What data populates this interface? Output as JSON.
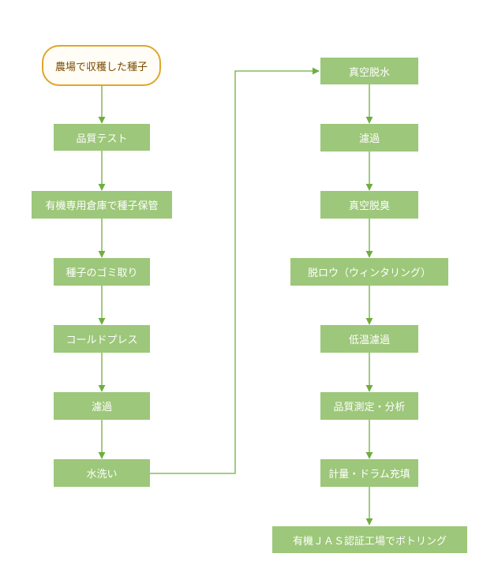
{
  "nodes": {
    "start": "農場で収穫した種子",
    "n1": "品質テスト",
    "n2": "有機専用倉庫で種子保管",
    "n3": "種子のゴミ取り",
    "n4": "コールドプレス",
    "n5": "濾過",
    "n6": "水洗い",
    "n7": "真空脱水",
    "n8": "濾過",
    "n9": "真空脱臭",
    "n10": "脱ロウ（ウィンタリング）",
    "n11": "低温濾過",
    "n12": "品質測定・分析",
    "n13": "計量・ドラム充填",
    "n14": "有機ＪＡＳ認証工場でボトリング"
  },
  "colors": {
    "node_fill": "#9dc77a",
    "start_border": "#e0a52a",
    "arrow": "#6fae3f"
  }
}
